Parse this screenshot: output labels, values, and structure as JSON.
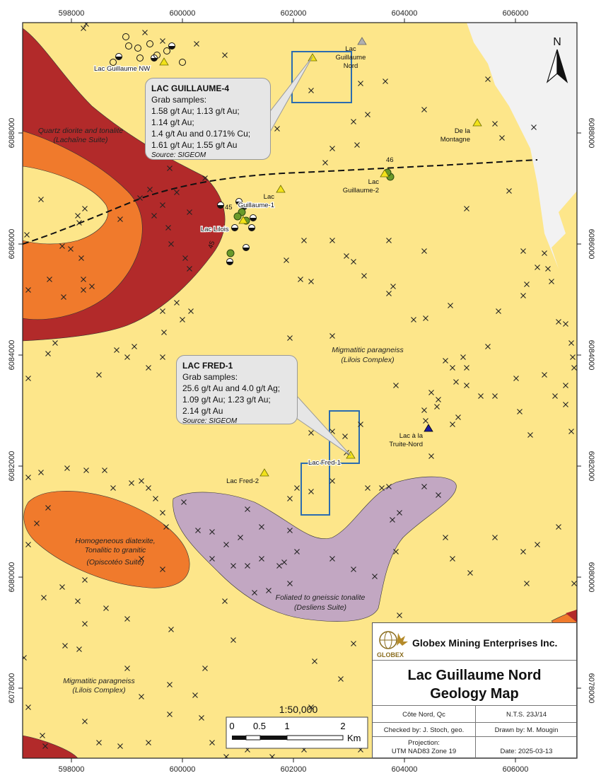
{
  "map": {
    "grid_x_labels": [
      "598000",
      "600000",
      "602000",
      "604000",
      "606000"
    ],
    "grid_y_labels": [
      "6088000",
      "6086000",
      "6084000",
      "6082000",
      "6080000",
      "6078000"
    ],
    "north_label": "N",
    "colors": {
      "background": "#fde68a",
      "quartz_diorite": "#b22a2a",
      "diatexite": "#f07a2c",
      "gneissic_tonalite": "#c2a7c2",
      "land_white": "#f2f2f2",
      "claim_outline": "#2b6cb0",
      "occurrence_triangle": "#f2e21a",
      "occurrence_blue": "#1a1a9e"
    }
  },
  "units": [
    {
      "line1": "Quartz diorite and tonalite",
      "line2": "(Lachaîne Suite)"
    },
    {
      "line1": "Migmatitic paragneiss",
      "line2": "(Lilois Complex)"
    },
    {
      "line1": "Homogeneous diatexite,",
      "line2": "Tonalitic to granitic",
      "line3": "(Opiscotéo Suite)"
    },
    {
      "line1": "Foliated to gneissic tonalite",
      "line2": "(Desliens Suite)"
    },
    {
      "line1": "Migmatitic paragneiss",
      "line2": "(Lilois Complex)"
    }
  ],
  "places": {
    "lac_guillaume_nw": "Lac Guillaume NW",
    "lac_guillaume_nord": [
      "Lac",
      "Guillaume",
      "Nord"
    ],
    "de_la_montagne": [
      "De la",
      "Montagne"
    ],
    "lac_guillaume_2": [
      "Lac",
      "Guillaume-2"
    ],
    "lac_guillaume_1": [
      "Lac",
      "Guillaume-1"
    ],
    "lac_lilois": "Lac Lilois",
    "lac_fred_1": "Lac Fred-1",
    "lac_fred_2": "Lac Fred-2",
    "lac_truite_nord": [
      "Lac à la",
      "Truite-Nord"
    ],
    "dip_46": "46",
    "dip_45a": "45",
    "dip_45b": "45"
  },
  "callouts": {
    "guillaume": {
      "title": "LAC GUILLAUME-4",
      "lines": [
        "Grab samples:",
        "1.58 g/t Au; 1.13 g/t Au;",
        "1.14 g/t Au;",
        "1.4 g/t Au and 0.171% Cu;",
        "1.61 g/t Au; 1.55 g/t Au"
      ],
      "source": "Source: SIGEOM"
    },
    "fred": {
      "title": "LAC FRED-1",
      "lines": [
        "Grab samples:",
        "25.6 g/t Au and 4.0 g/t Ag;",
        "1.09 g/t Au; 1.23 g/t Au;",
        "2.14 g/t Au"
      ],
      "source": "Source: SIGEOM"
    }
  },
  "scale": {
    "ratio": "1:50,000",
    "ticks": [
      "0",
      "0.5",
      "1",
      "2"
    ],
    "unit": "Km"
  },
  "titleblock": {
    "logo_text": "GLOBEX",
    "company": "Globex Mining Enterprises Inc.",
    "title_line1": "Lac Guillaume Nord",
    "title_line2": "Geology Map",
    "location": "Côte Nord, Qc",
    "nts": "N.T.S. 23J/14",
    "checked": "Checked by: J. Stoch, geo.",
    "drawn": "Drawn by: M. Mougin",
    "projection_label": "Projection:",
    "projection": "UTM NAD83 Zone 19",
    "date": "Date: 2025-03-13"
  }
}
